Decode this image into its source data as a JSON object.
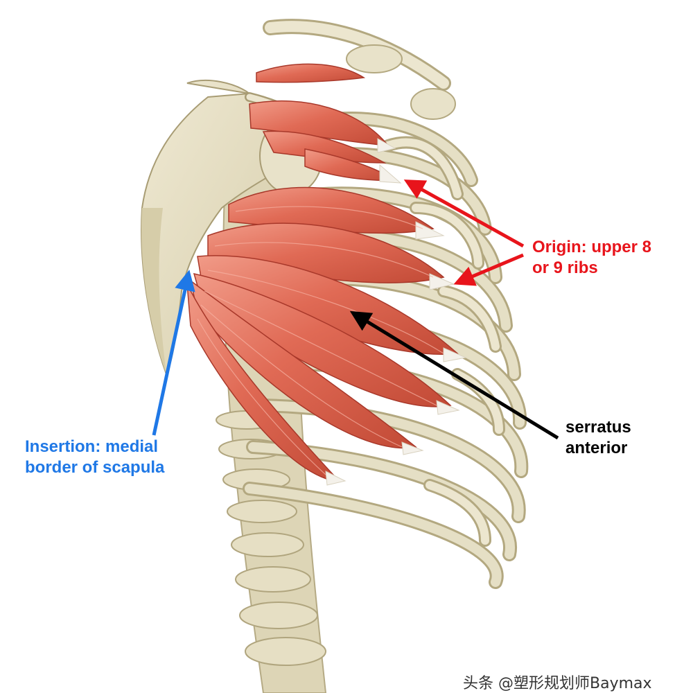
{
  "colors": {
    "bone": "#e5dfc5",
    "bone_shadow": "#c9c09d",
    "bone_dark": "#a89c74",
    "muscle": "#e06a55",
    "muscle_dark": "#b8402e",
    "muscle_light": "#f39a88",
    "tendon": "#f4f1ea",
    "origin_red": "#e8141b",
    "insertion_blue": "#1f78e6",
    "serratus_black": "#000000"
  },
  "labels": {
    "origin": {
      "line1": "Origin: upper 8",
      "line2": "or 9 ribs"
    },
    "serratus": {
      "line1": "serratus",
      "line2": "anterior"
    },
    "insertion": {
      "line1": "Insertion: medial",
      "line2": "border of scapula"
    }
  },
  "watermark": "头条 @塑形规划师Baymax",
  "icons": {
    "origin": "arrow-icon",
    "insertion": "arrow-icon",
    "serratus": "arrow-icon"
  }
}
